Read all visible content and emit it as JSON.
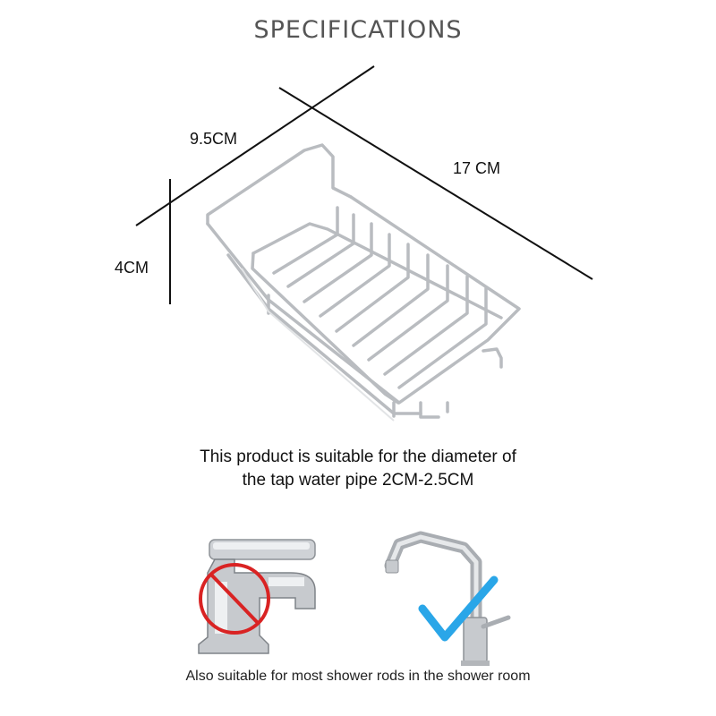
{
  "title": "SPECIFICATIONS",
  "dimensions": {
    "width": "9.5CM",
    "length": "17 CM",
    "height": "4CM"
  },
  "description": {
    "line1": "This product is suitable for the diameter of",
    "line2": "the tap water pipe 2CM-2.5CM"
  },
  "footer": "Also suitable for most shower rods in the shower room",
  "colors": {
    "reject": "#d92323",
    "approve": "#2aa6e8",
    "chrome": "#b9bcc0"
  }
}
